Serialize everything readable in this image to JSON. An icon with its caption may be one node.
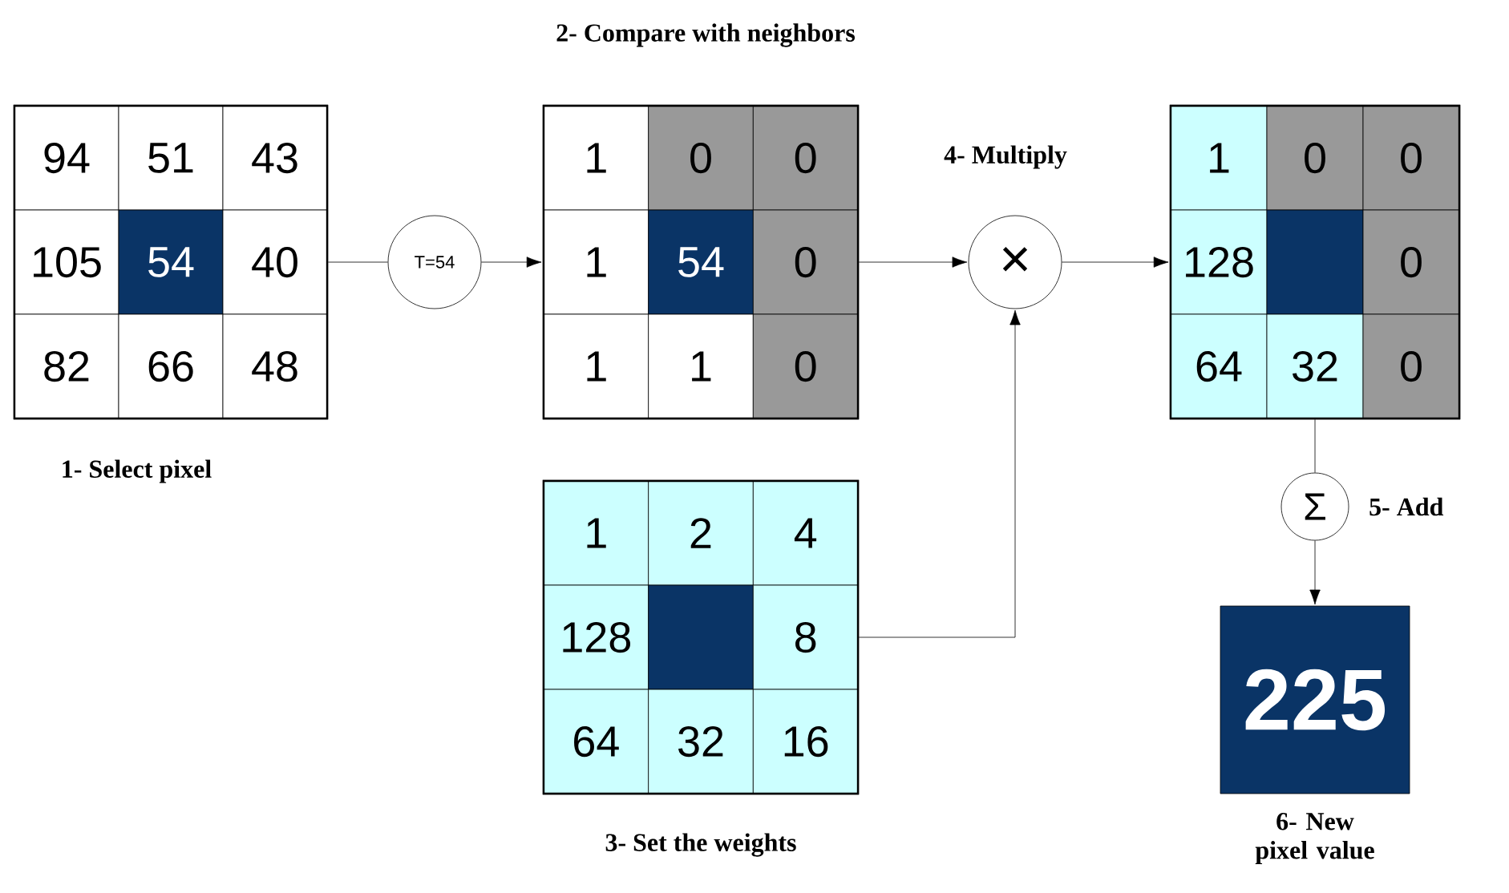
{
  "diagram": {
    "nodes": [
      {
        "text": [],
        "shape": "box",
        "beside": [
          "1- Select pixel"
        ]
      },
      {
        "text": [
          "94"
        ],
        "in": 0
      },
      {
        "text": [
          "51"
        ],
        "in": 0
      },
      {
        "text": [
          "43"
        ],
        "in": 0
      },
      {
        "text": [
          "105"
        ],
        "in": 0
      },
      {
        "text": [
          "54"
        ],
        "in": 0
      },
      {
        "text": [
          "40"
        ],
        "in": 0
      },
      {
        "text": [
          "82"
        ],
        "in": 0
      },
      {
        "text": [
          "66"
        ],
        "in": 0
      },
      {
        "text": [
          "48"
        ],
        "in": 0
      },
      {
        "text": [
          "T=54"
        ]
      },
      {
        "text": [],
        "shape": "box",
        "beside": [
          "2- Compare with neighbors"
        ]
      },
      {
        "text": [
          "1"
        ],
        "in": 11
      },
      {
        "text": [
          "0"
        ],
        "in": 11
      },
      {
        "text": [
          "0"
        ],
        "in": 11
      },
      {
        "text": [
          "1"
        ],
        "in": 11
      },
      {
        "text": [
          "54"
        ],
        "in": 11
      },
      {
        "text": [
          "0"
        ],
        "in": 11
      },
      {
        "text": [
          "1"
        ],
        "in": 11
      },
      {
        "text": [
          "1"
        ],
        "in": 11
      },
      {
        "text": [
          "0"
        ],
        "in": 11
      },
      {
        "text": [
          "×"
        ],
        "beside": [
          "4- Multiply"
        ]
      },
      {
        "text": [],
        "shape": "box"
      },
      {
        "text": [
          "1"
        ],
        "in": 22
      },
      {
        "text": [
          "0"
        ],
        "in": 22
      },
      {
        "text": [
          "0"
        ],
        "in": 22
      },
      {
        "text": [
          "128"
        ],
        "in": 22
      },
      {
        "text": [],
        "shape": "box",
        "in": 22
      },
      {
        "text": [
          "0"
        ],
        "in": 22
      },
      {
        "text": [
          "64"
        ],
        "in": 22
      },
      {
        "text": [
          "32"
        ],
        "in": 22
      },
      {
        "text": [
          "0"
        ],
        "in": 22
      },
      {
        "text": [
          "Σ"
        ],
        "beside": [
          "5- Add"
        ]
      },
      {
        "text": [
          "225"
        ],
        "beside": [
          "6- New pixel value"
        ]
      },
      {
        "text": [],
        "shape": "box",
        "beside": [
          "3- Set the weights"
        ]
      },
      {
        "text": [
          "1"
        ],
        "in": 34
      },
      {
        "text": [
          "2"
        ],
        "in": 34
      },
      {
        "text": [
          "4"
        ],
        "in": 34
      },
      {
        "text": [
          "128"
        ],
        "in": 34
      },
      {
        "text": [],
        "shape": "box",
        "in": 34
      },
      {
        "text": [
          "8"
        ],
        "in": 34
      },
      {
        "text": [
          "64"
        ],
        "in": 34
      },
      {
        "text": [
          "32"
        ],
        "in": 34
      },
      {
        "text": [
          "16"
        ],
        "in": 34
      }
    ],
    "edges": [
      {
        "from": 0,
        "to": 10,
        "arrow": "none"
      },
      {
        "from": 10,
        "to": 11,
        "arrow": "to"
      },
      {
        "from": 11,
        "to": 21,
        "arrow": "to"
      },
      {
        "from": 34,
        "to": 21,
        "arrow": "to"
      },
      {
        "from": 21,
        "to": 22,
        "arrow": "to"
      },
      {
        "from": 22,
        "to": 32,
        "arrow": "none"
      },
      {
        "from": 32,
        "to": 33,
        "arrow": "to"
      }
    ]
  }
}
